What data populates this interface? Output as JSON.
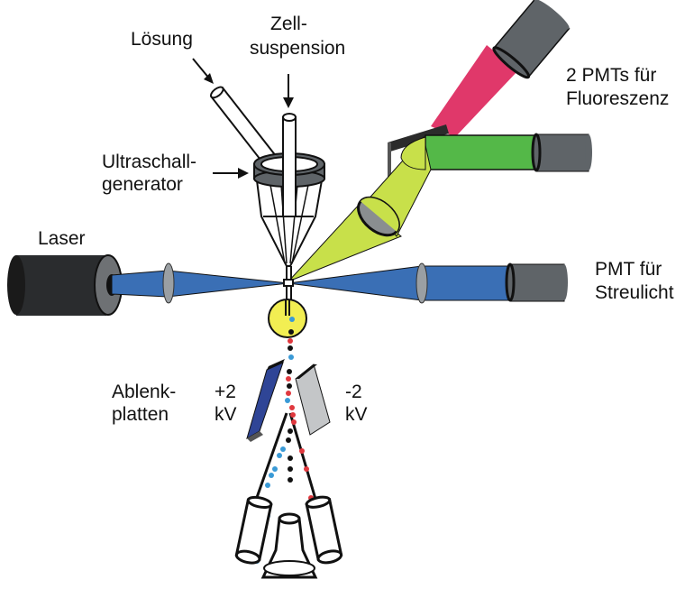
{
  "diagram": {
    "title": "Durchflusszytometer mit Zellsortierung (FACS)",
    "labels": {
      "loesung": "Lösung",
      "zell_line1": "Zell-",
      "zell_line2": "suspension",
      "ultra_line1": "Ultraschall-",
      "ultra_line2": "generator",
      "laser": "Laser",
      "fluor_line1": "2 PMTs für",
      "fluor_line2": "Fluoreszenz",
      "streu_line1": "PMT für",
      "streu_line2": "Streulicht",
      "ablenk_line1": "Ablenk-",
      "ablenk_line2": "platten",
      "plus_line1": "+2",
      "plus_line2": "kV",
      "minus_line1": "-2",
      "minus_line2": "kV"
    },
    "colors": {
      "laser_beam": "#3a6fb5",
      "fluorescence_red": "#e0386a",
      "fluorescence_green": "#54b848",
      "fluorescence_yellowgreen": "#c8e04a",
      "pmt_gray": "#5f6468",
      "laser_body": "#2a2c2e",
      "droplet_yellow": "#f2ee52",
      "plate_positive": "#2f4596",
      "plate_negative": "#c4c6c8",
      "cell_blue": "#3a9ad6",
      "cell_red": "#e0383e",
      "cell_black": "#111111"
    }
  }
}
